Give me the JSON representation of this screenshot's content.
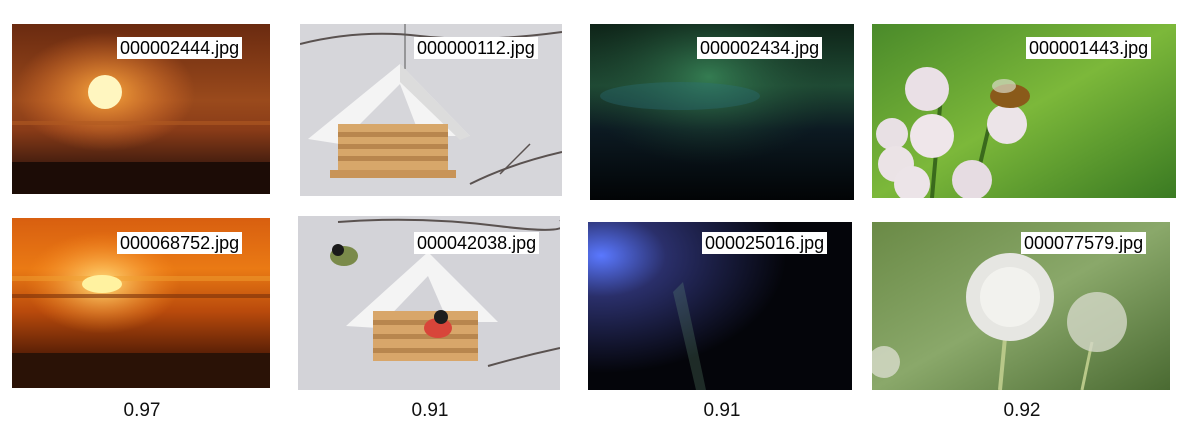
{
  "pairs": [
    {
      "top": {
        "filename": "000002444.jpg",
        "scene": "sunset-sun-icon"
      },
      "bottom": {
        "filename": "000068752.jpg",
        "scene": "sunset-sun-icon"
      },
      "score": "0.97"
    },
    {
      "top": {
        "filename": "000000112.jpg",
        "scene": "birdhouse-icon"
      },
      "bottom": {
        "filename": "000042038.jpg",
        "scene": "birdhouse-with-birds-icon"
      },
      "score": "0.91"
    },
    {
      "top": {
        "filename": "000002434.jpg",
        "scene": "aurora-icon"
      },
      "bottom": {
        "filename": "000025016.jpg",
        "scene": "light-streak-icon"
      },
      "score": "0.91"
    },
    {
      "top": {
        "filename": "000001443.jpg",
        "scene": "flowers-bee-icon"
      },
      "bottom": {
        "filename": "000077579.jpg",
        "scene": "dandelion-icon"
      },
      "score": "0.92"
    }
  ]
}
